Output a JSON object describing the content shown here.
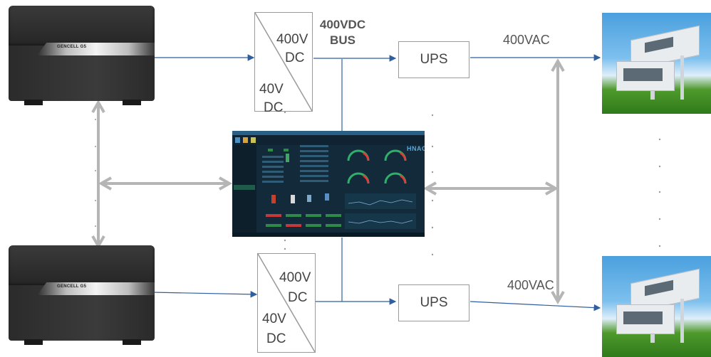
{
  "converters": [
    {
      "top_text_line1": "400V",
      "top_text_line2": "DC",
      "bottom_text_line1": "40V",
      "bottom_text_line2": "DC"
    },
    {
      "top_text_line1": "400V",
      "top_text_line2": "DC",
      "bottom_text_line1": "40V",
      "bottom_text_line2": "DC"
    }
  ],
  "bus": {
    "line1": "400VDC",
    "line2": "BUS"
  },
  "ups": [
    {
      "label": "UPS"
    },
    {
      "label": "UPS"
    }
  ],
  "ac_output": [
    {
      "label": "400VAC"
    },
    {
      "label": "400VAC"
    }
  ],
  "battery_brand": "GENCELL G5",
  "screen": {
    "logo_text": "HNAC"
  },
  "colors": {
    "arrow_blue": "#2f5f9e",
    "double_arrow_gray": "#b5b5b5",
    "screen_bg": "#122a3a"
  }
}
